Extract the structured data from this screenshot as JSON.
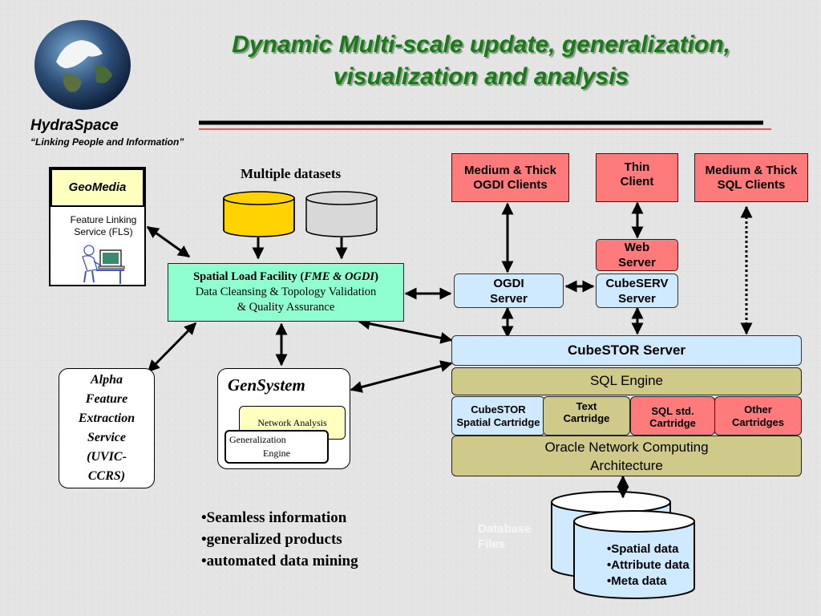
{
  "title": {
    "line1": "Dynamic Multi-scale update, generalization,",
    "line2": "visualization and analysis"
  },
  "brand": {
    "name": "HydraSpace",
    "tagline": "“Linking People and Information”",
    "logo_icon": "globe-icon"
  },
  "geomedia": {
    "title": "GeoMedia",
    "service": [
      "Feature Linking",
      "Service  (FLS)"
    ],
    "icon": "user-at-computer-icon"
  },
  "datasets": {
    "label": "Multiple datasets",
    "colors": [
      "#ffd200",
      "#d8d8d8"
    ]
  },
  "slf": {
    "title": "Spatial Load Facility",
    "title_paren": "FME & OGDI",
    "line2": "Data Cleansing & Topology Validation",
    "line3": "& Quality Assurance"
  },
  "alpha": {
    "lines": [
      "Alpha",
      "Feature",
      "Extraction",
      "Service",
      "(UVIC-",
      "CCRS)"
    ]
  },
  "gensystem": {
    "title": "GenSystem",
    "network": "Network Analysis",
    "generalization": [
      "Generalization",
      "Engine"
    ]
  },
  "bullets": [
    "•Seamless information",
    "•generalized products",
    "•automated data mining"
  ],
  "clients": {
    "ogdi": [
      "Medium & Thick",
      "OGDI Clients"
    ],
    "thin": [
      "Thin",
      "Client"
    ],
    "sql": [
      "Medium & Thick",
      "SQL Clients"
    ]
  },
  "web_server": [
    "Web",
    "Server"
  ],
  "ogdi_server": [
    "OGDI",
    "Server"
  ],
  "cubeserv_server": [
    "CubeSERV",
    "Server"
  ],
  "cubestor_server": "CubeSTOR Server",
  "sql_engine": "SQL Engine",
  "cartridges": {
    "spatial": [
      "CubeSTOR",
      "Spatial Cartridge"
    ],
    "text": [
      "Text",
      "Cartridge"
    ],
    "sqlstd": [
      "SQL std.",
      "Cartridge"
    ],
    "other": [
      "Other",
      "Cartridges"
    ]
  },
  "oracle": [
    "Oracle Network Computing",
    "Architecture"
  ],
  "database_files": [
    "Database",
    "Files"
  ],
  "db_items": [
    "•Spatial data",
    "•Attribute data",
    "•Meta data"
  ],
  "colors": {
    "title_green": "#1a7a1a",
    "client_red": "#ff7a7a",
    "server_blue": "#cfeaff",
    "engine_olive": "#cfca8a",
    "slf_green": "#8fffd0",
    "rule_red": "#d83030"
  }
}
